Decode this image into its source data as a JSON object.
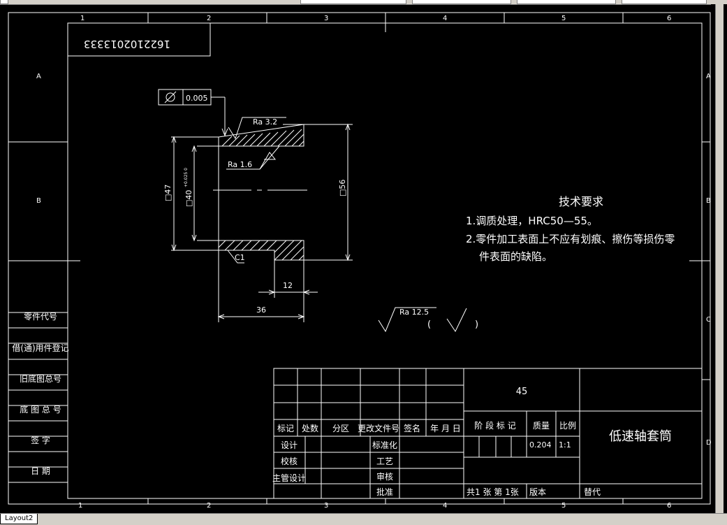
{
  "window": {
    "layout_tab": "Layout2"
  },
  "border": {
    "cols": [
      "1",
      "2",
      "3",
      "4",
      "5",
      "6"
    ],
    "rows": [
      "A",
      "B",
      "C",
      "D"
    ]
  },
  "drawing_number": "1622102013333",
  "part": {
    "tolerance_symbol": "⌭",
    "tolerance_value": "0.005",
    "ra_outer": "Ra  3.2",
    "ra_inner": "Ra  1.6",
    "dim_47": "□47",
    "dim_40": "□40",
    "dim_40_tol": "+0.025 0",
    "dim_56": "□56",
    "chamfer": "C1",
    "dim_12": "12",
    "dim_36": "36",
    "ra_general": "Ra  12.5",
    "paren_open": "(",
    "paren_close": ")"
  },
  "tech_req": {
    "title": "技术要求",
    "line1": "1.调质处理，HRC50—55。",
    "line2": "2.零件加工表面上不应有划痕、擦伤等损伤零",
    "line3": "件表面的缺陷。"
  },
  "side_table": [
    "零件代号",
    "借(通)用件登记",
    "旧底图总号",
    "底 图 总 号",
    "签     字",
    "日     期"
  ],
  "title_block": {
    "material": "45",
    "headers": [
      "标记",
      "处数",
      "分区",
      "更改文件号",
      "签名",
      "年 月 日"
    ],
    "roles_left": [
      "设计",
      "校核",
      "主管设计"
    ],
    "roles_right": [
      "标准化",
      "工艺",
      "审核",
      "批准"
    ],
    "stage_label": "阶 段 标 记",
    "mass_label": "质量",
    "scale_label": "比例",
    "mass_value": "0.204",
    "scale_value": "1:1",
    "part_name": "低速轴套筒",
    "sheets": "共1 张  第 1张",
    "version": "版本",
    "replace": "替代"
  }
}
